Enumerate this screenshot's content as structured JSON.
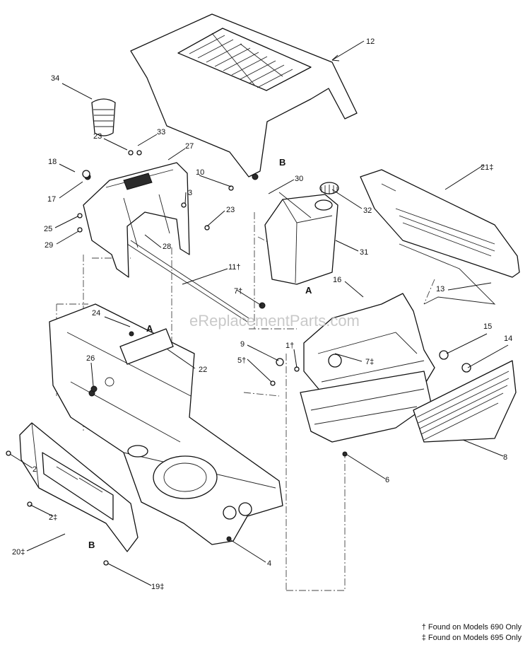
{
  "watermark": "eReplacementParts.com",
  "parts": [
    {
      "id": "12",
      "text": "12"
    },
    {
      "id": "34",
      "text": "34"
    },
    {
      "id": "33",
      "text": "33"
    },
    {
      "id": "23a",
      "text": "23"
    },
    {
      "id": "27",
      "text": "27"
    },
    {
      "id": "18",
      "text": "18"
    },
    {
      "id": "17",
      "text": "17"
    },
    {
      "id": "10",
      "text": "10"
    },
    {
      "id": "3",
      "text": "3"
    },
    {
      "id": "23b",
      "text": "23"
    },
    {
      "id": "25",
      "text": "25"
    },
    {
      "id": "29",
      "text": "29"
    },
    {
      "id": "28",
      "text": "28"
    },
    {
      "id": "30",
      "text": "30"
    },
    {
      "id": "32",
      "text": "32"
    },
    {
      "id": "31",
      "text": "31"
    },
    {
      "id": "21",
      "text": "21‡"
    },
    {
      "id": "13",
      "text": "13"
    },
    {
      "id": "11",
      "text": "11†"
    },
    {
      "id": "7a",
      "text": "7†"
    },
    {
      "id": "16",
      "text": "16"
    },
    {
      "id": "24",
      "text": "24"
    },
    {
      "id": "9",
      "text": "9"
    },
    {
      "id": "1",
      "text": "1†"
    },
    {
      "id": "5",
      "text": "5†"
    },
    {
      "id": "7b",
      "text": "7‡"
    },
    {
      "id": "15",
      "text": "15"
    },
    {
      "id": "14",
      "text": "14"
    },
    {
      "id": "26",
      "text": "26"
    },
    {
      "id": "22",
      "text": "22"
    },
    {
      "id": "2a",
      "text": "2"
    },
    {
      "id": "8",
      "text": "8"
    },
    {
      "id": "6",
      "text": "6"
    },
    {
      "id": "2b",
      "text": "2‡"
    },
    {
      "id": "20",
      "text": "20‡"
    },
    {
      "id": "4",
      "text": "4"
    },
    {
      "id": "19",
      "text": "19‡"
    }
  ],
  "refs": [
    {
      "id": "B1",
      "text": "B"
    },
    {
      "id": "A1",
      "text": "A"
    },
    {
      "id": "A2",
      "text": "A"
    },
    {
      "id": "B2",
      "text": "B"
    }
  ],
  "footnotes": [
    "† Found on Models 690 Only",
    "‡ Found on Models 695 Only"
  ]
}
